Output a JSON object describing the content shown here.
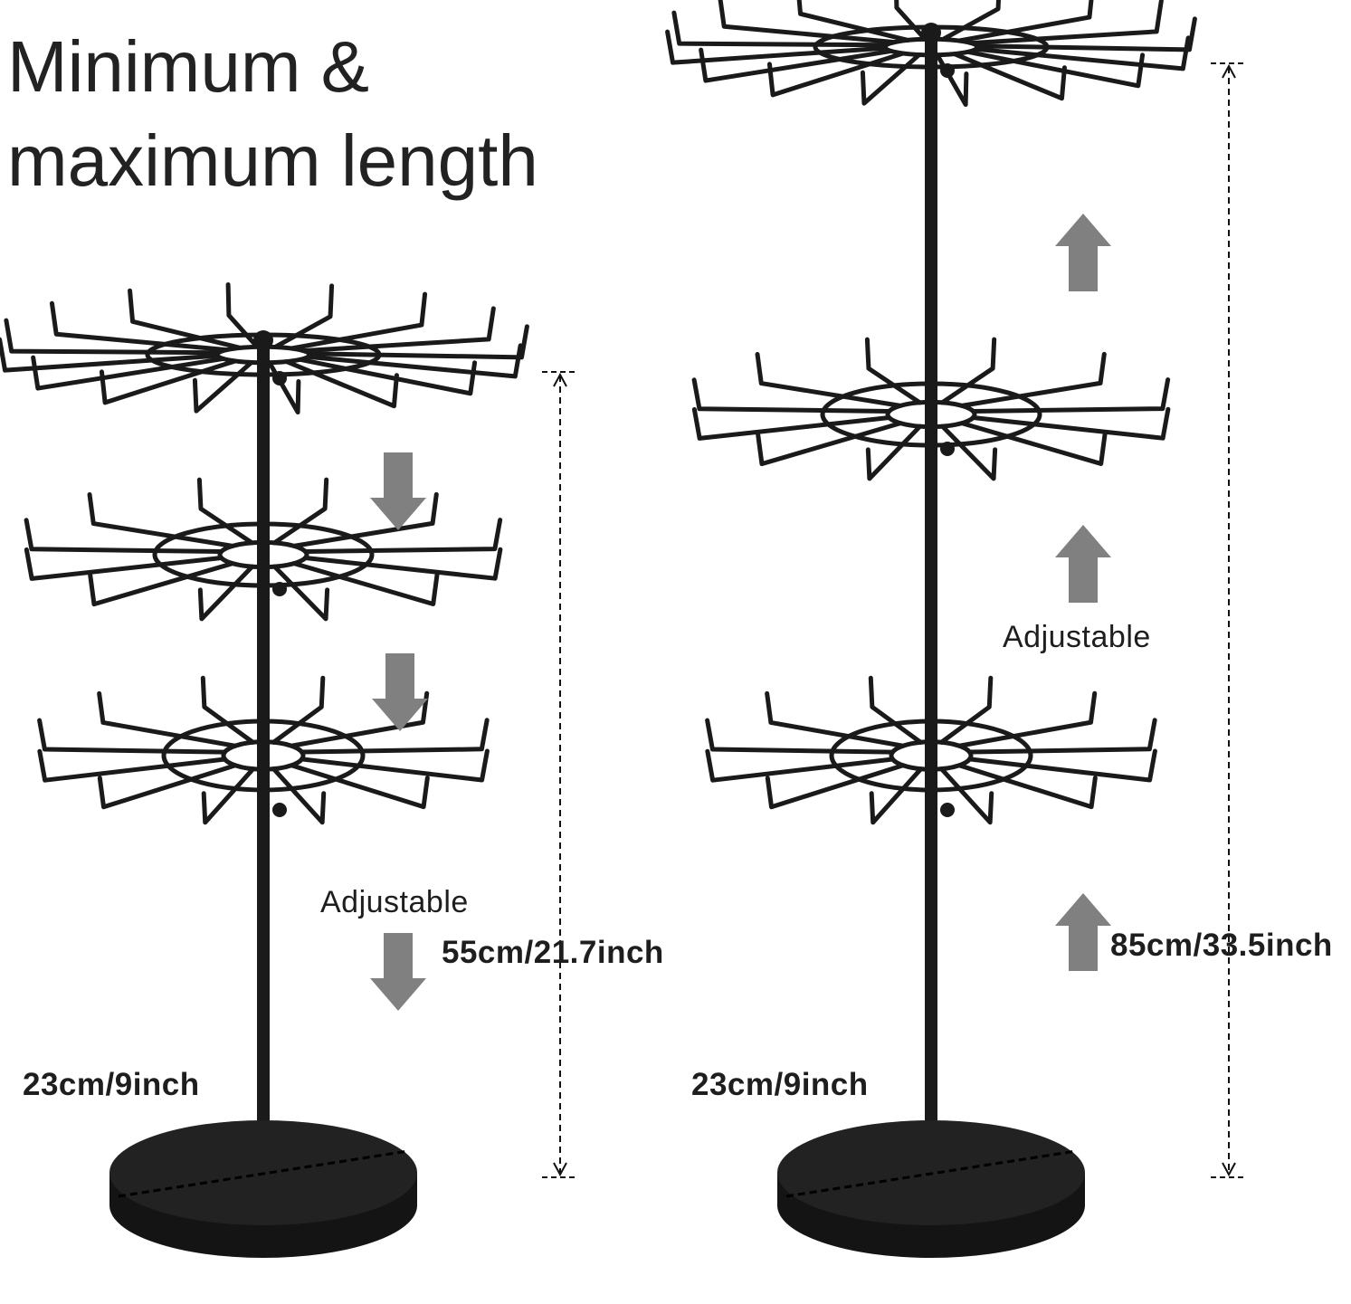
{
  "title": {
    "line1": "Minimum &",
    "line2": "maximum length"
  },
  "left_stand": {
    "adjustable_label": "Adjustable",
    "height_label": "55cm/21.7inch",
    "base_label": "23cm/9inch",
    "arrow_direction": "down"
  },
  "right_stand": {
    "adjustable_label": "Adjustable",
    "height_label": "85cm/33.5inch",
    "base_label": "23cm/9inch",
    "arrow_direction": "up"
  },
  "colors": {
    "metal": "#1a1a1a",
    "arrow": "#808080",
    "text": "#1e1e1e",
    "dim_line": "#111111"
  }
}
